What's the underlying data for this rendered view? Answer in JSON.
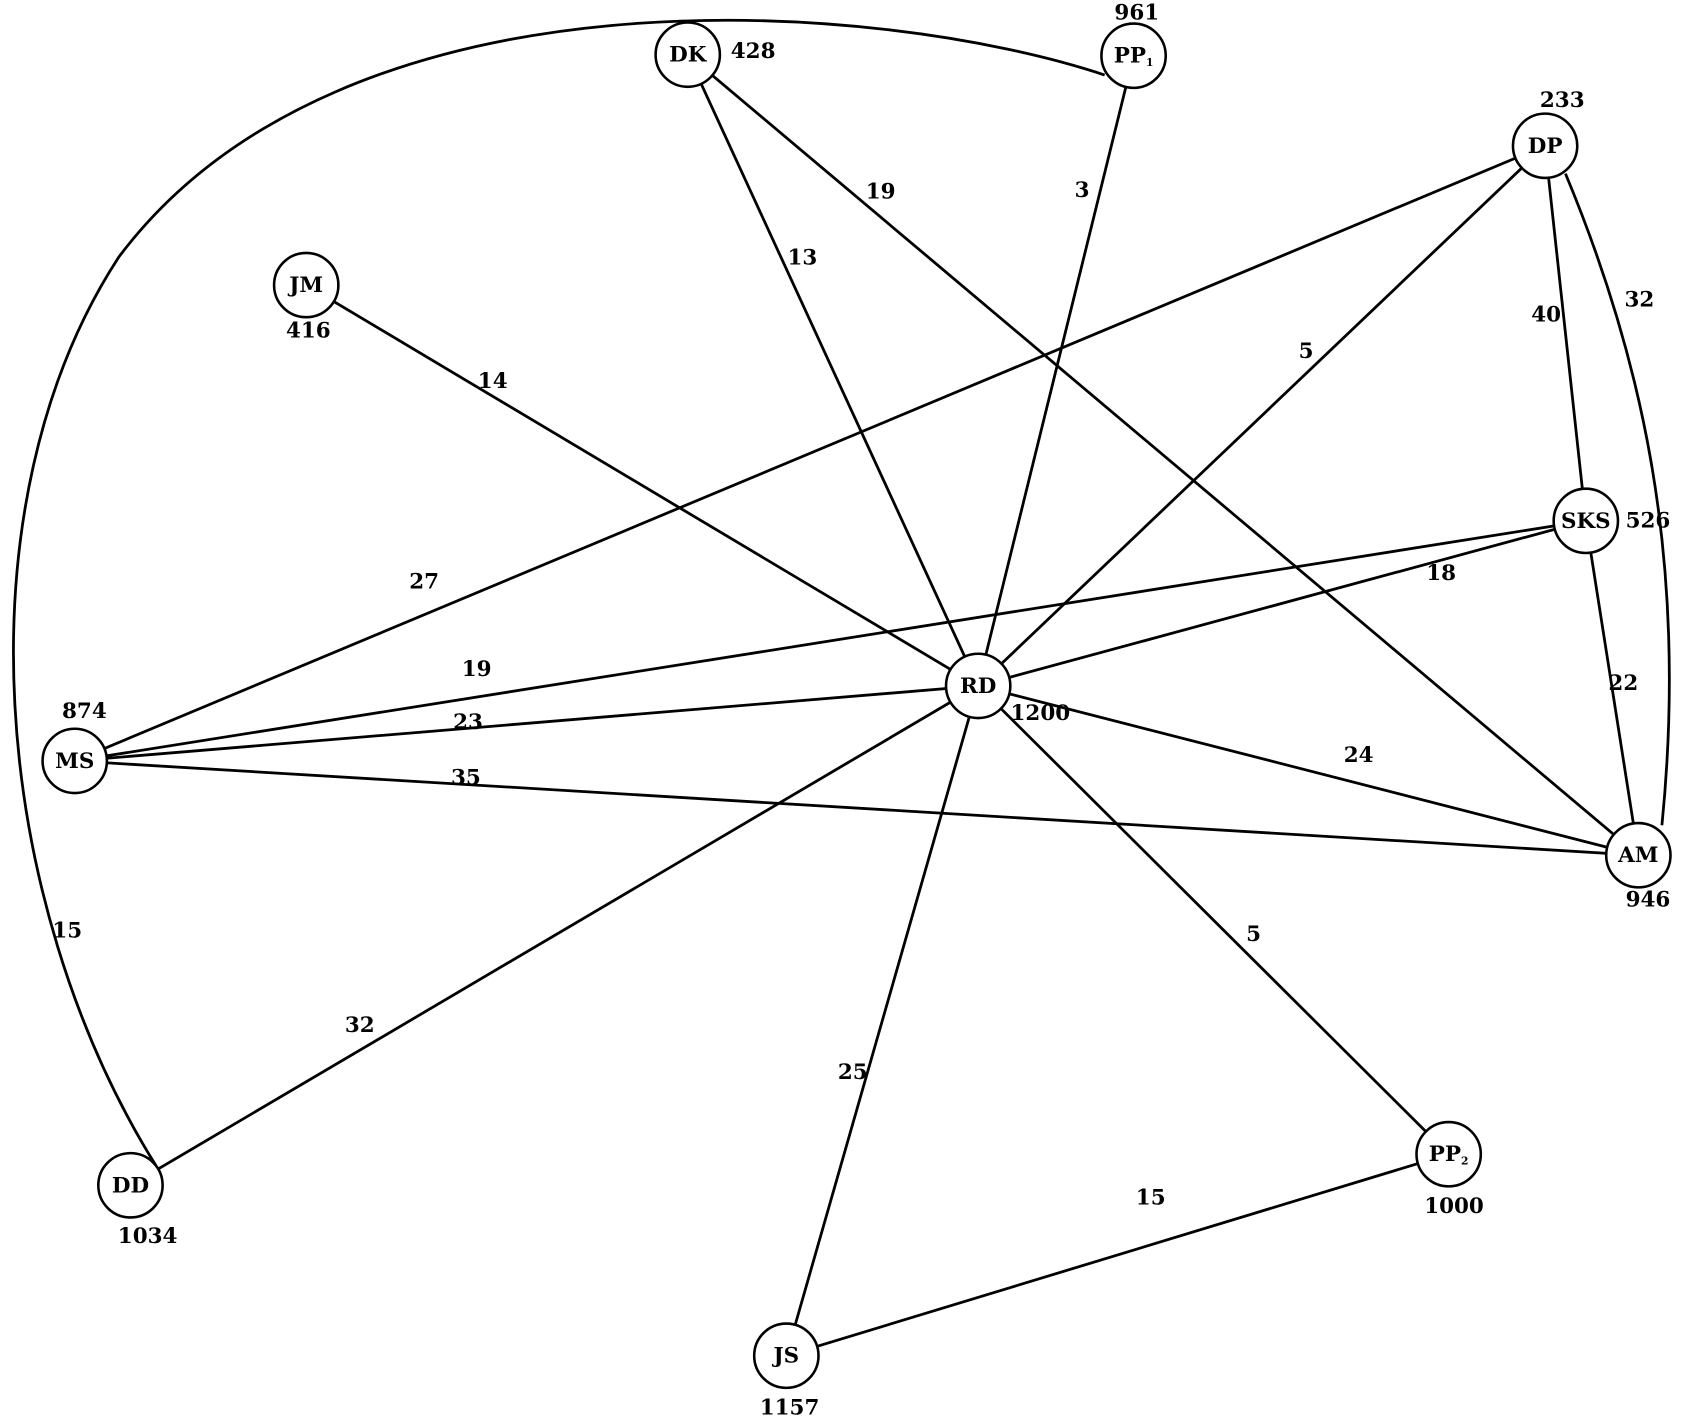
{
  "nodes": [
    {
      "id": "DK",
      "label": "DK",
      "value": "428"
    },
    {
      "id": "PP1",
      "label": "PP",
      "sub": "1",
      "value": "961"
    },
    {
      "id": "DP",
      "label": "DP",
      "value": "233"
    },
    {
      "id": "JM",
      "label": "JM",
      "value": "416"
    },
    {
      "id": "SKS",
      "label": "SKS",
      "value": "526"
    },
    {
      "id": "RD",
      "label": "RD",
      "value": "1200"
    },
    {
      "id": "MS",
      "label": "MS",
      "value": "874"
    },
    {
      "id": "AM",
      "label": "AM",
      "value": "946"
    },
    {
      "id": "DD",
      "label": "DD",
      "value": "1034"
    },
    {
      "id": "PP2",
      "label": "PP",
      "sub": "2",
      "value": "1000"
    },
    {
      "id": "JS",
      "label": "JS",
      "value": "1157"
    }
  ],
  "edges": [
    {
      "from": "PP1",
      "to": "DD",
      "weight": "15"
    },
    {
      "from": "DK",
      "to": "RD",
      "weight": "13"
    },
    {
      "from": "DK",
      "to": "AM",
      "weight": "19"
    },
    {
      "from": "PP1",
      "to": "RD",
      "weight": "3"
    },
    {
      "from": "JM",
      "to": "RD",
      "weight": "14"
    },
    {
      "from": "DP",
      "to": "MS",
      "weight": "27"
    },
    {
      "from": "DP",
      "to": "RD",
      "weight": "5"
    },
    {
      "from": "DP",
      "to": "SKS",
      "weight": "40"
    },
    {
      "from": "DP",
      "to": "AM",
      "weight": "32"
    },
    {
      "from": "SKS",
      "to": "MS",
      "weight": "19"
    },
    {
      "from": "SKS",
      "to": "RD",
      "weight": "18"
    },
    {
      "from": "SKS",
      "to": "AM",
      "weight": "22"
    },
    {
      "from": "MS",
      "to": "RD",
      "weight": "23"
    },
    {
      "from": "MS",
      "to": "AM",
      "weight": "35"
    },
    {
      "from": "RD",
      "to": "AM",
      "weight": "24"
    },
    {
      "from": "RD",
      "to": "DD",
      "weight": "32"
    },
    {
      "from": "RD",
      "to": "JS",
      "weight": "25"
    },
    {
      "from": "RD",
      "to": "PP2",
      "weight": "5"
    },
    {
      "from": "PP2",
      "to": "JS",
      "weight": "15"
    }
  ]
}
